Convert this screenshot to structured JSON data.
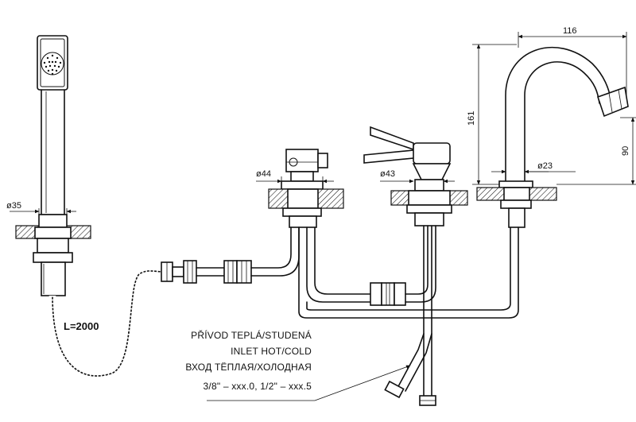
{
  "dimensions": {
    "spout_width": "116",
    "spout_height": "161",
    "spout_outlet_height": "90",
    "spout_base_dia": "ø23",
    "valve_left_dia": "ø44",
    "valve_right_dia": "ø43",
    "handshower_dia": "ø35"
  },
  "hose_length": "L=2000",
  "inlet_note": {
    "line1": "PŘÍVOD TEPLÁ/STUDENÁ",
    "line2": "INLET HOT/COLD",
    "line3": "ВХОД ТЁПЛАЯ/ХОЛОДНАЯ",
    "line4": "3/8\" – xxx.0, 1/2\" – xxx.5"
  }
}
